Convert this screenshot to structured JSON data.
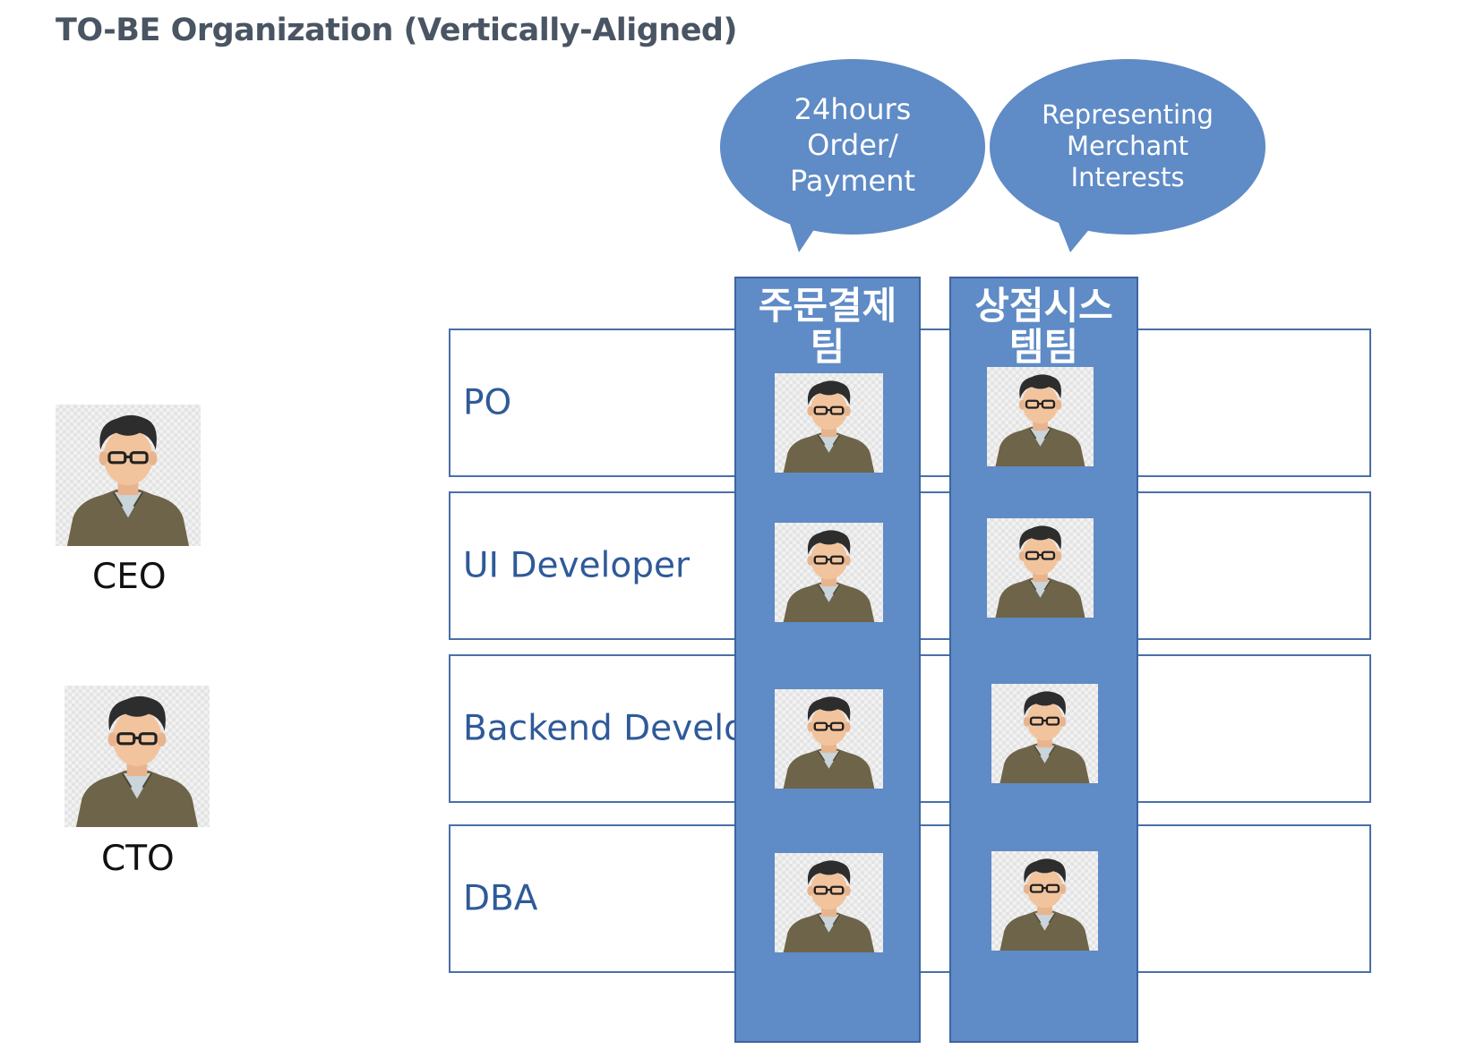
{
  "title": "TO-BE Organization (Vertically-Aligned)",
  "executives": [
    {
      "label": "CEO"
    },
    {
      "label": "CTO"
    }
  ],
  "roles": [
    {
      "label": "PO"
    },
    {
      "label": "UI Developer"
    },
    {
      "label": "Backend Developer"
    },
    {
      "label": "DBA"
    }
  ],
  "teams": [
    {
      "name_line1": "주문결제",
      "name_line2": "팀",
      "bubble": "24hours\nOrder/\nPayment"
    },
    {
      "name_line1": "상점시스",
      "name_line2": "템팀",
      "bubble": "Representing\nMerchant\nInterests"
    }
  ],
  "colors": {
    "team_fill": "#5f8bc6",
    "team_border": "#3e64a0",
    "row_border": "#4a6fa8",
    "role_text": "#2f5a99",
    "bubble_fill": "#5f8bc6"
  },
  "icons": {
    "person": "person-avatar-icon",
    "bubble": "speech-bubble"
  }
}
